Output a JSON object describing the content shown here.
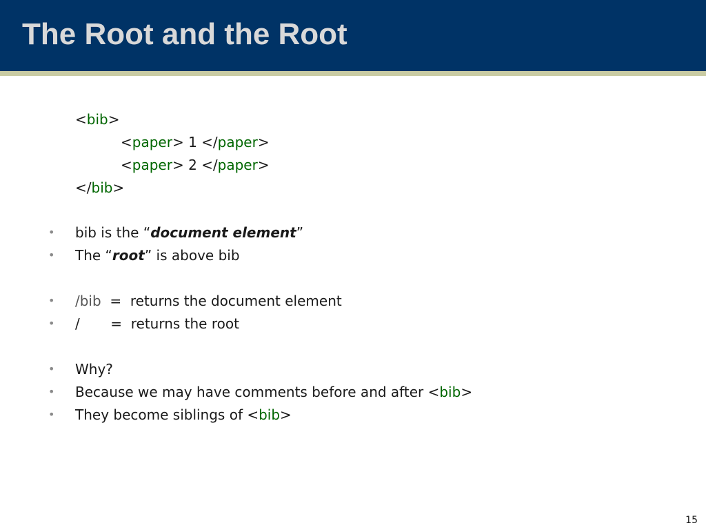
{
  "title": "The Root and the Root",
  "colors": {
    "header": "#003366",
    "rule": "#c9cba3",
    "tag": "#006600"
  },
  "code": {
    "line1": {
      "open": "<",
      "tag": "bib",
      "close": ">"
    },
    "line2": {
      "open": "<",
      "tag1": "paper",
      "mid": "> 1 </",
      "tag2": "paper",
      "close": ">"
    },
    "line3": {
      "open": "<",
      "tag1": "paper",
      "mid": "> 2 </",
      "tag2": "paper",
      "close": ">"
    },
    "line4": {
      "open": "</",
      "tag": "bib",
      "close": ">"
    }
  },
  "bullets": {
    "b1": {
      "pre": "bib is the “",
      "em": "document element",
      "post": "”"
    },
    "b2": {
      "pre": "The “",
      "em": "root",
      "post": "” is above bib"
    },
    "b3": {
      "path": "/bib",
      "text": "  =  returns the document element"
    },
    "b4": {
      "path": "/",
      "text": "       =  returns the root"
    },
    "b5": {
      "text": "Why?"
    },
    "b6": {
      "pre": "Because we may have comments before and after <",
      "tag": "bib",
      "post": ">"
    },
    "b7": {
      "pre": "They become siblings of <",
      "tag": "bib",
      "post": ">"
    }
  },
  "bullet_glyph": "•",
  "page_number": "15"
}
